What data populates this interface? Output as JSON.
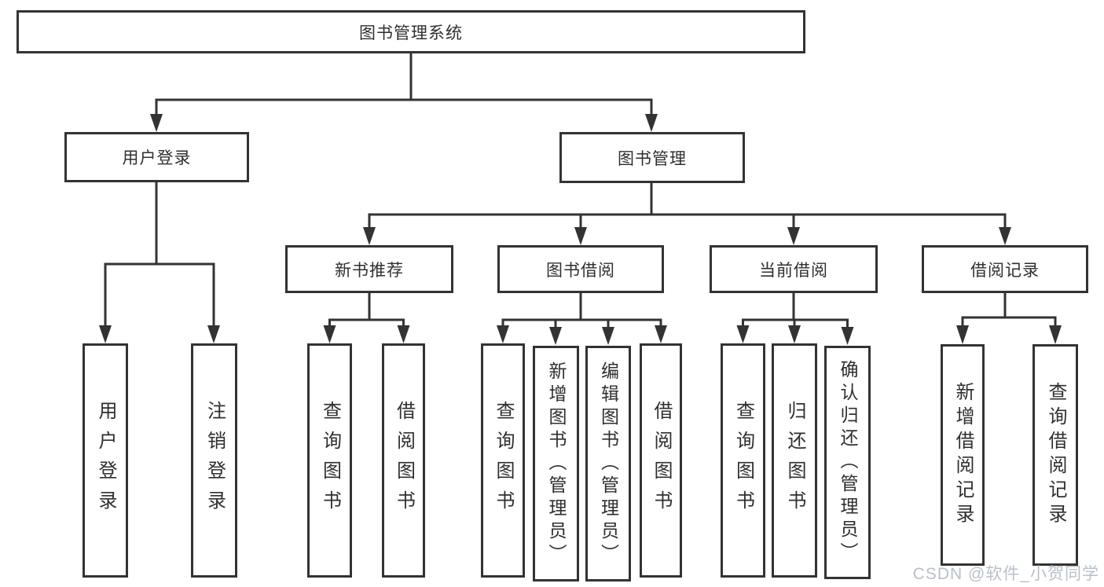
{
  "tree": {
    "root": "图书管理系统",
    "children": [
      {
        "label": "用户登录",
        "children": [
          "用户登录",
          "注销登录"
        ]
      },
      {
        "label": "图书管理",
        "children": [
          {
            "label": "新书推荐",
            "children": [
              "查询图书",
              "借阅图书"
            ]
          },
          {
            "label": "图书借阅",
            "children": [
              "查询图书",
              "新增图书（管理员）",
              "编辑图书（管理员）",
              "借阅图书"
            ]
          },
          {
            "label": "当前借阅",
            "children": [
              "查询图书",
              "归还图书",
              "确认归还（管理员）"
            ]
          },
          {
            "label": "借阅记录",
            "children": [
              "新增借阅记录",
              "查询借阅记录"
            ]
          }
        ]
      }
    ]
  },
  "watermark": {
    "text": "CSDN @软件_小贺同学"
  },
  "colors": {
    "line": "#333333",
    "box_border": "#333333",
    "text": "#2f2f2f",
    "background": "#ffffff",
    "watermark": "#b9c0ca"
  }
}
